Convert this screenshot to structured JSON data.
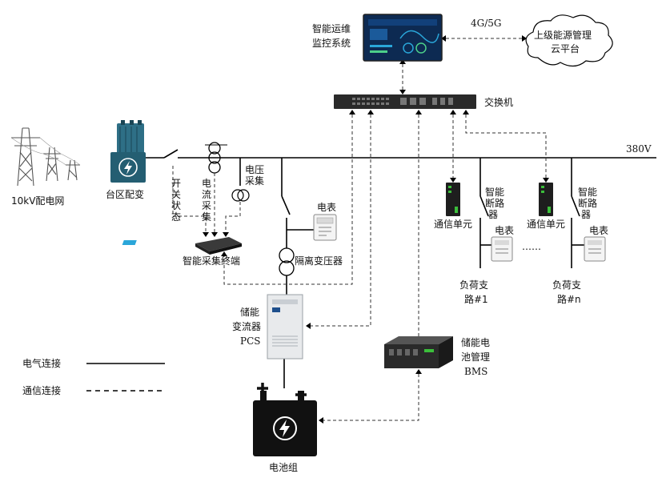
{
  "labels": {
    "grid": "10kV配电网",
    "transformer": "台区配变",
    "monitor_l1": "智能运维",
    "monitor_l2": "监控系统",
    "network": "4G/5G",
    "cloud_l1": "上级能源管理",
    "cloud_l2": "云平台",
    "switch": "交换机",
    "bus_voltage": "380V",
    "switch_state": [
      "开",
      "关",
      "状",
      "态"
    ],
    "current_sampling": [
      "电",
      "流",
      "采",
      "集"
    ],
    "voltage_sampling": [
      "电压",
      "采集"
    ],
    "terminal": "智能采集终端",
    "meter_main": "电表",
    "isolation_transformer": "隔离变压器",
    "pcs_l1": "储能",
    "pcs_l2": "变流器",
    "pcs_l3": "PCS",
    "bms_l1": "储能电",
    "bms_l2": "池管理",
    "bms_l3": "BMS",
    "battery": "电池组",
    "comm_unit_1": "通信单元",
    "comm_unit_2": "通信单元",
    "breaker_1": [
      "智能",
      "断路",
      "器"
    ],
    "breaker_2": [
      "智能",
      "断路",
      "器"
    ],
    "meter_1": "电表",
    "meter_2": "电表",
    "ellipsis": "……",
    "branch_1": [
      "负荷支",
      "路#1"
    ],
    "branch_n": [
      "负荷支",
      "路#n"
    ],
    "legend_electric": "电气连接",
    "legend_comm": "通信连接"
  },
  "colors": {
    "transformer_body": "#245e72",
    "screen_bg": "#0d2a52",
    "screen_accent": "#2aa6d9",
    "comm_unit_green": "#3bbf3b",
    "device_dark": "#1e1e1e",
    "pcs_body": "#e8eaec"
  }
}
